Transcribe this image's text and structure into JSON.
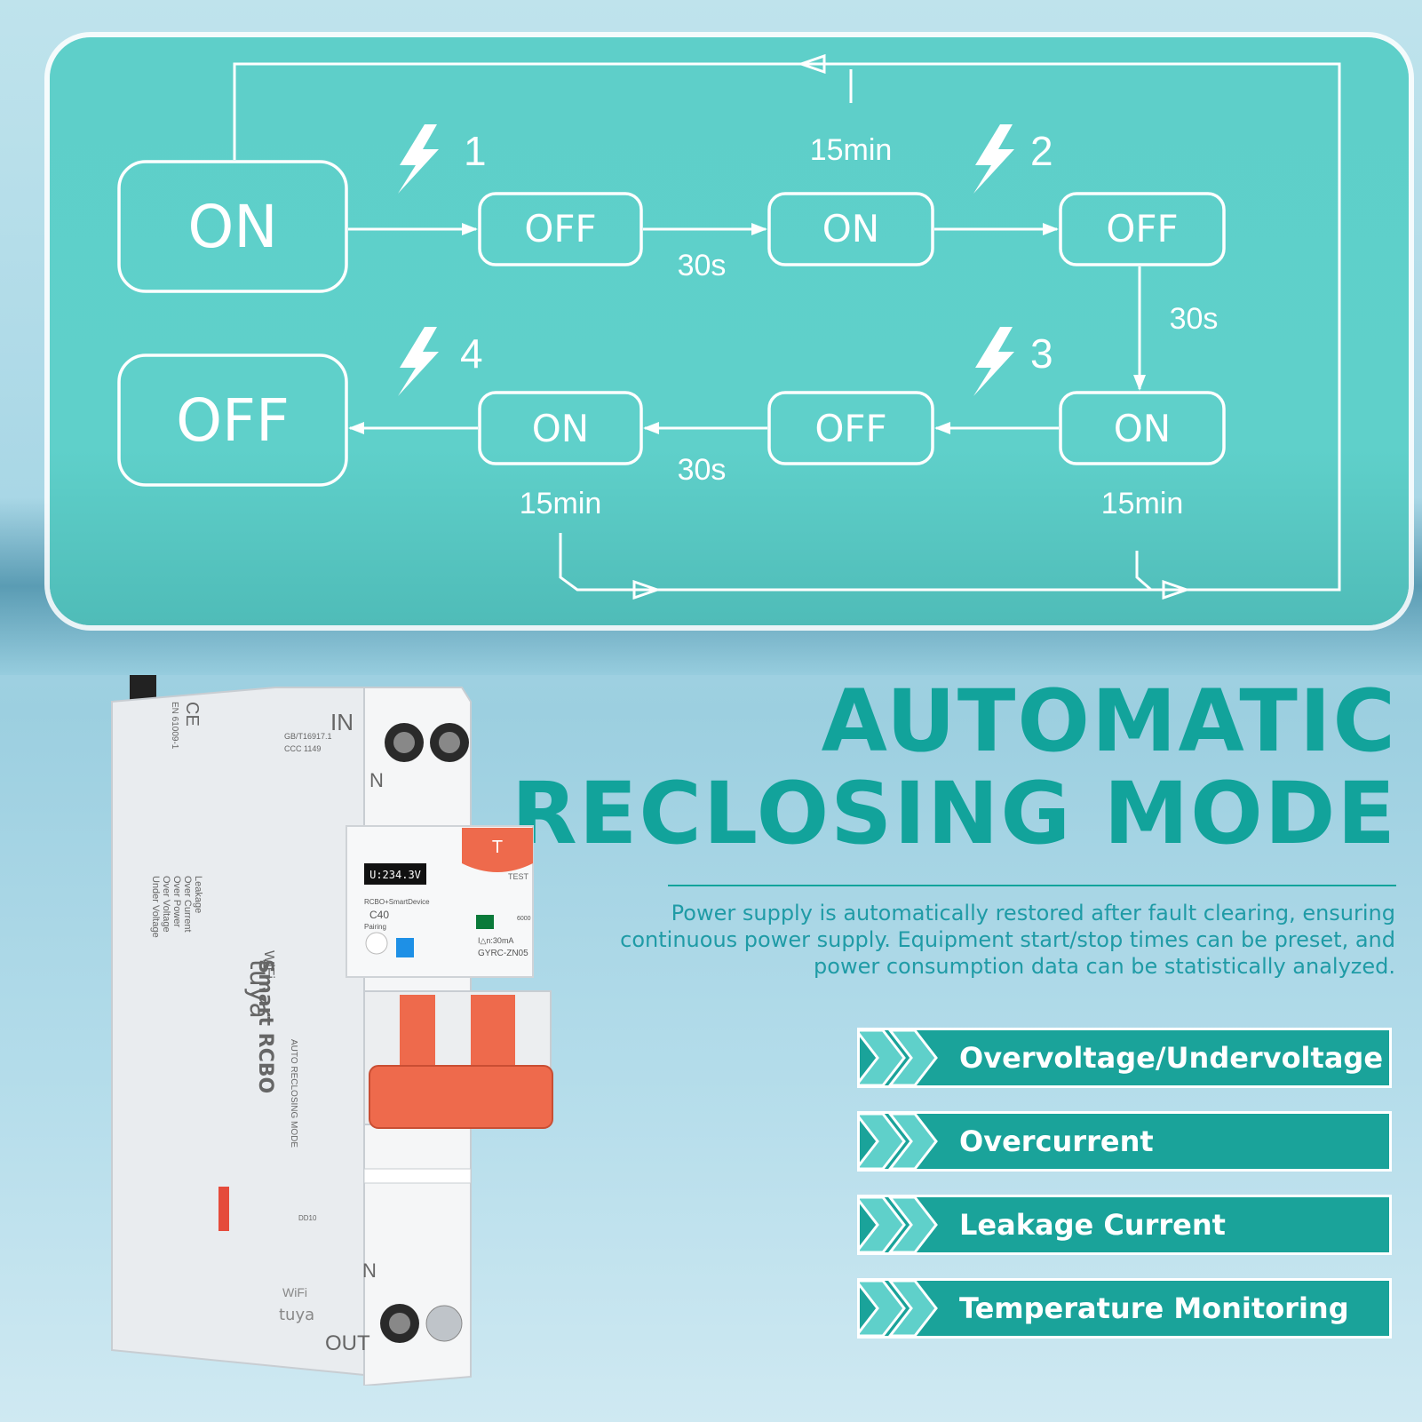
{
  "diagram": {
    "states": {
      "start": "ON",
      "end": "OFF",
      "top_row": [
        "OFF",
        "ON",
        "OFF"
      ],
      "bottom_row": [
        "ON",
        "OFF",
        "ON"
      ]
    },
    "faults": [
      "1",
      "2",
      "3",
      "4"
    ],
    "delays": {
      "top_first": "30s",
      "return_top": "15min",
      "right_down": "30s",
      "bottom_middle": "30s",
      "return_bottom_left": "15min",
      "return_bottom_right": "15min"
    }
  },
  "headline": {
    "line1": "AUTOMATIC",
    "line2": "RECLOSING MODE"
  },
  "description": "Power supply is automatically restored after fault clearing, ensuring continuous power supply. Equipment start/stop times can be preset, and power consumption data can be statistically analyzed.",
  "features": [
    "Overvoltage/Undervoltage",
    "Overcurrent",
    "Leakage Current",
    "Temperature Monitoring"
  ],
  "device": {
    "display": "U:234.3V",
    "brand": "tuya",
    "wifi": "WiFi",
    "product": "Smart RCBO",
    "test_button": "T",
    "test_label": "TEST",
    "pairing_label": "Pairing",
    "model_line": "RCBO+SmartDevice",
    "rating": "C40",
    "leak_rating": "I△n:30mA",
    "model": "GYRC-ZN05",
    "in_label": "IN",
    "out_label": "OUT",
    "n_label": "N",
    "mode_title": "AUTO RECLOSING MODE",
    "cert_1": "GB/T16917.1",
    "cert_2": "CCC 1149",
    "ce": "CE",
    "standard": "EN 61009-1",
    "protections": [
      "Leakage",
      "Over Current",
      "Over Power",
      "Over Voltage",
      "Under Voltage"
    ],
    "rail_code": "DD10",
    "indicator": "6000"
  },
  "colors": {
    "teal": "#12a39b",
    "panel": "#5fd0ca",
    "handle": "#ee6a4c"
  }
}
